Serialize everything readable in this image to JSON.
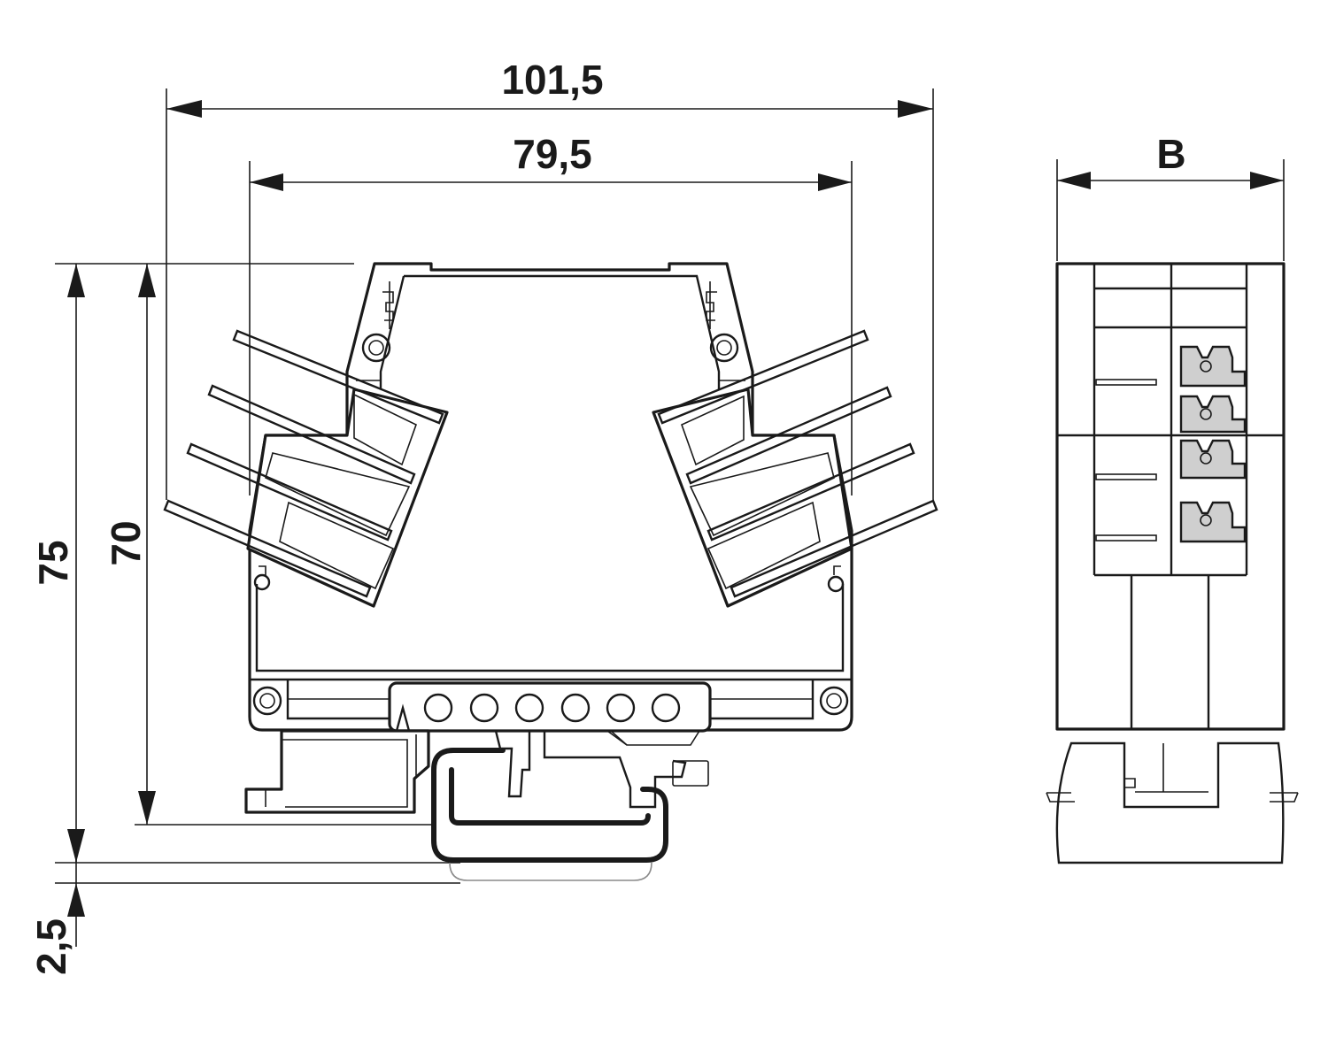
{
  "diagram": {
    "dimensions": {
      "overall_width": "101,5",
      "inner_width": "79,5",
      "module_width": "B",
      "overall_height": "75",
      "body_height": "70",
      "rail_offset": "2,5"
    },
    "front_view": {
      "terminal_screws_bottom": 6,
      "plug_connectors_per_side": 4
    },
    "side_view": {
      "spring_clips": 4
    }
  }
}
